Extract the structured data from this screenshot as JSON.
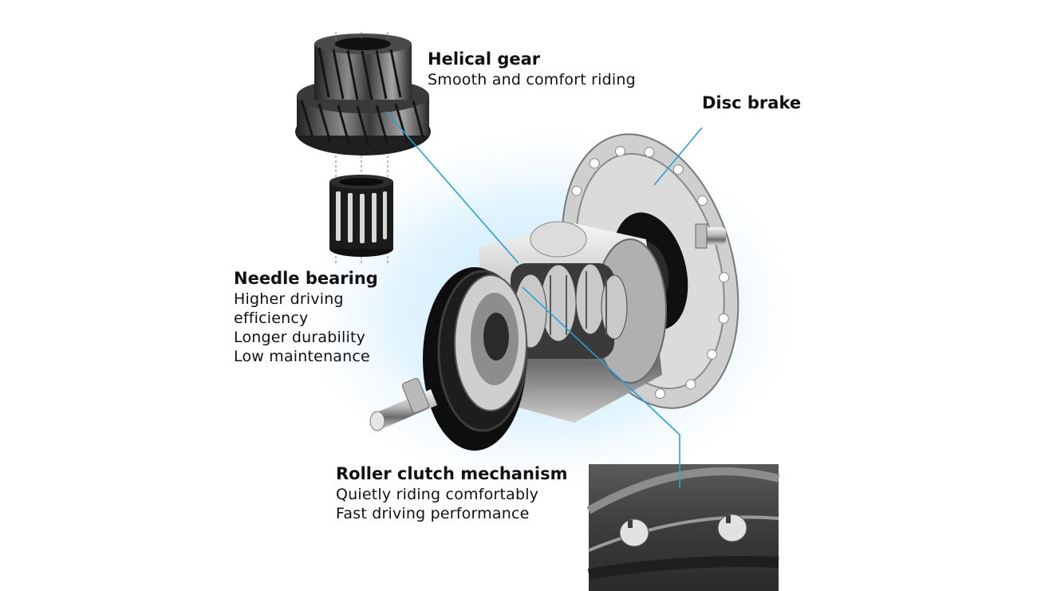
{
  "callouts": {
    "helical_gear": {
      "title": "Helical gear",
      "lines": [
        "Smooth and comfort riding"
      ]
    },
    "disc_brake": {
      "title": "Disc brake"
    },
    "needle_bearing": {
      "title": "Needle bearing",
      "lines": [
        "Higher driving",
        "efficiency",
        "Longer durability",
        "Low maintenance"
      ]
    },
    "roller_clutch": {
      "title": "Roller clutch mechanism",
      "lines": [
        "Quietly riding comfortably",
        "Fast driving performance"
      ]
    }
  },
  "colors": {
    "leader_line": "#2aa0d4",
    "glow": "#bfe6fb",
    "metal_dark": "#1c1c1c",
    "metal_light": "#d9d9d9"
  }
}
